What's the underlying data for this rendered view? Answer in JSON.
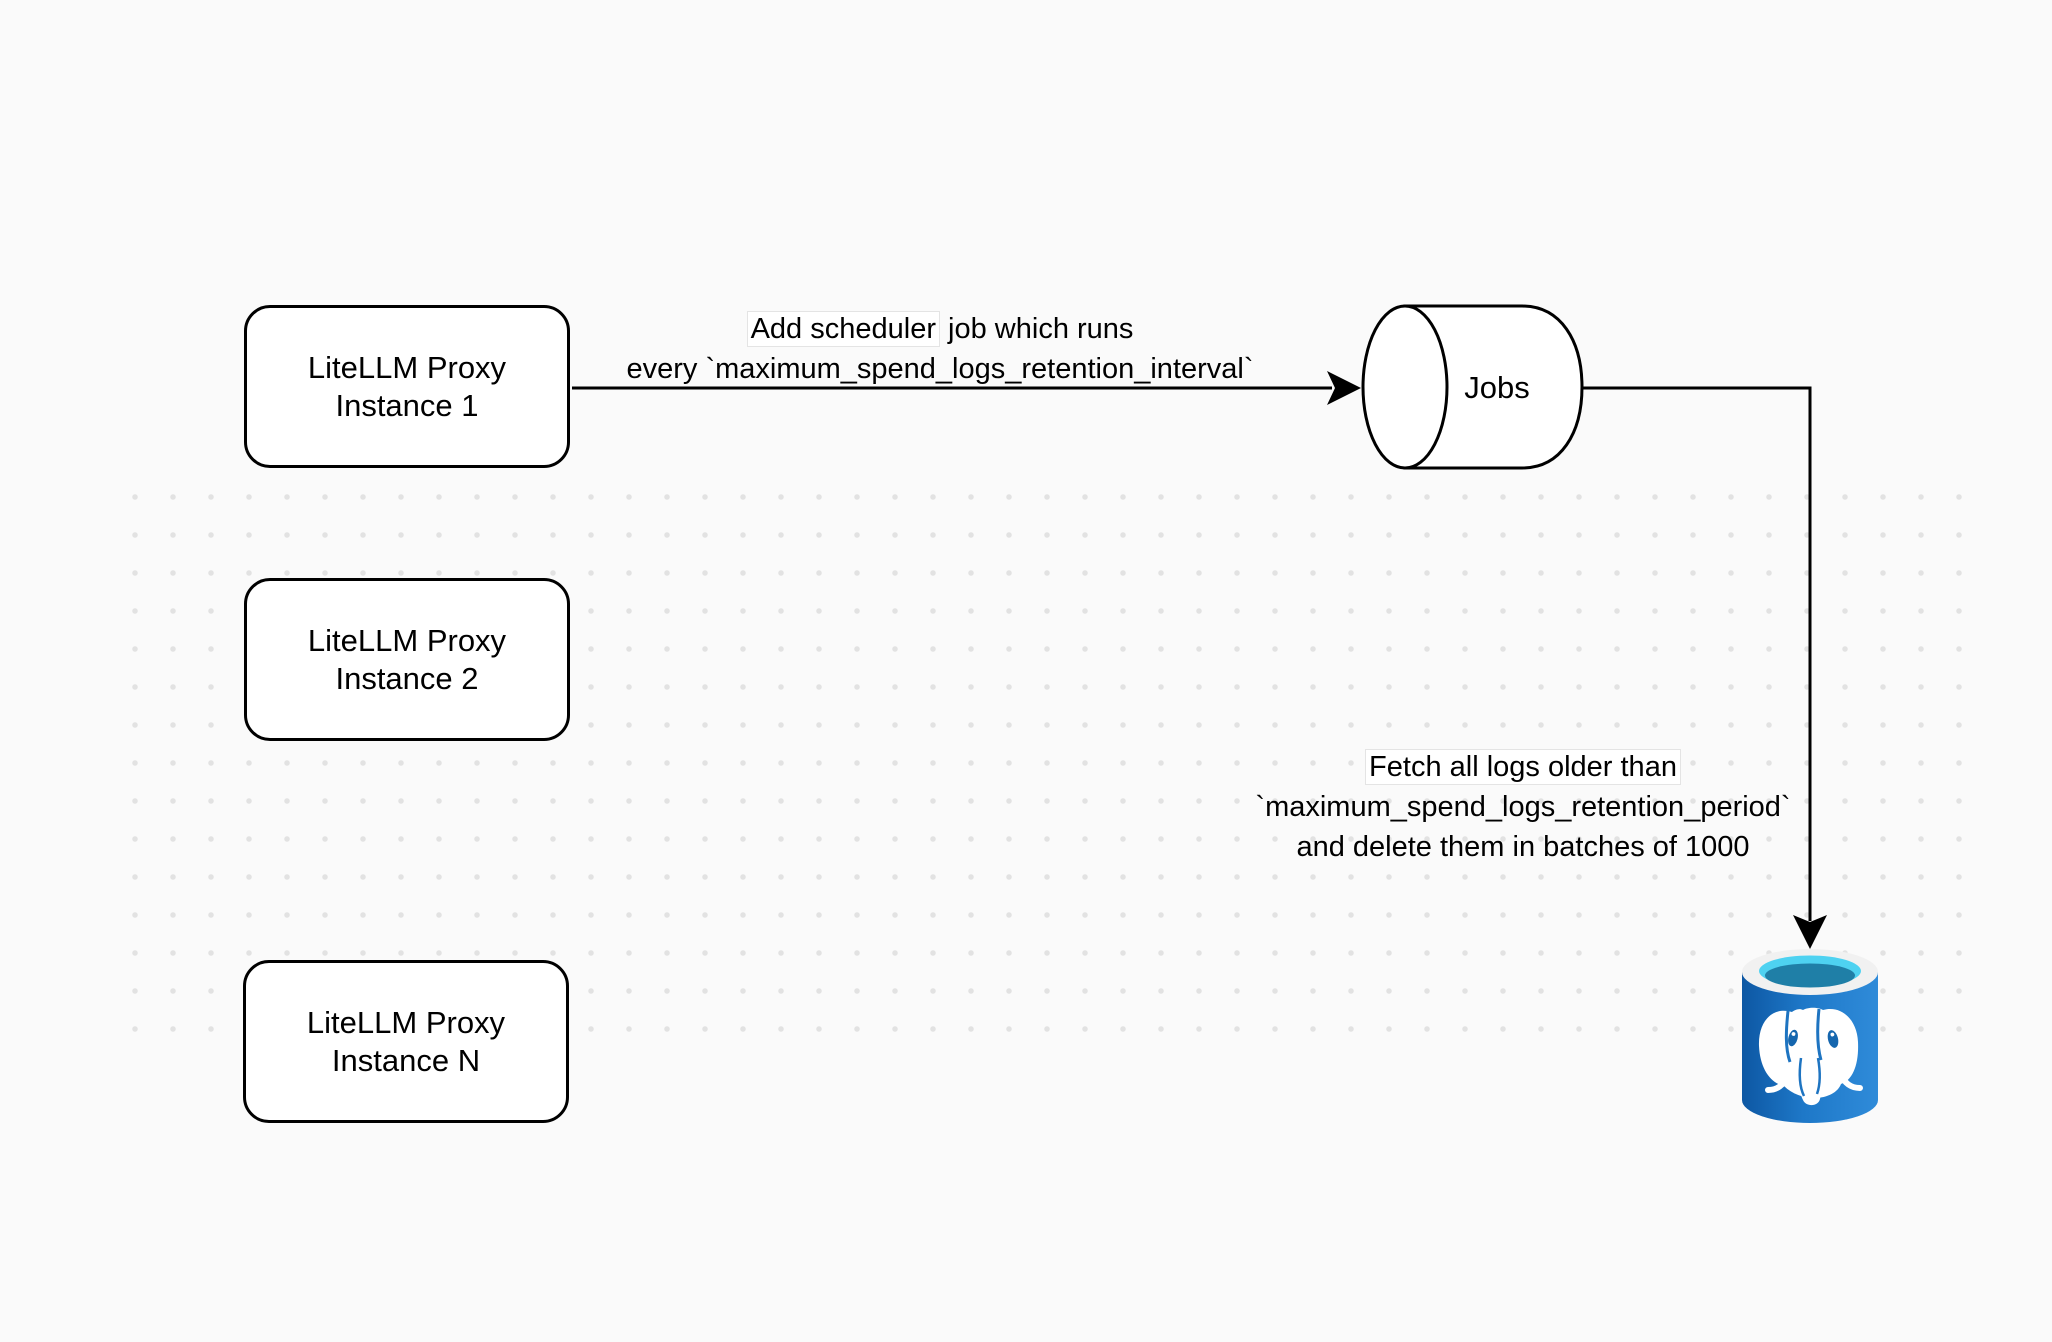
{
  "diagram": {
    "nodes": {
      "proxy1": {
        "line1": "LiteLLM Proxy",
        "line2": "Instance 1"
      },
      "proxy2": {
        "line1": "LiteLLM Proxy",
        "line2": "Instance 2"
      },
      "proxyN": {
        "line1": "LiteLLM Proxy",
        "line2": "Instance N"
      },
      "jobs": {
        "label": "Jobs"
      }
    },
    "annotations": {
      "scheduler": {
        "highlight": "Add scheduler",
        "rest": " job which runs",
        "line2": "every `maximum_spend_logs_retention_interval`"
      },
      "cleanup": {
        "line1": "Fetch all logs older than",
        "line2": "`maximum_spend_logs_retention_period`",
        "line3": "and delete them in batches of 1000"
      }
    },
    "icons": {
      "postgresql": "postgresql-database",
      "jobs": "datastore-cylinder"
    },
    "colors": {
      "background": "#fafafa",
      "dot": "#e2e2e2",
      "stroke": "#000000",
      "node_fill": "#ffffff",
      "pg_blue_dark": "#0d57a3",
      "pg_blue": "#1e78c8",
      "pg_blue_light": "#2f8bd9",
      "pg_rim": "#f1f1f1",
      "pg_cyan": "#4ed2f1",
      "pg_teal": "#1f7fa7",
      "pg_elephant": "#ffffff",
      "pg_eye_blue": "#1566ae"
    }
  }
}
